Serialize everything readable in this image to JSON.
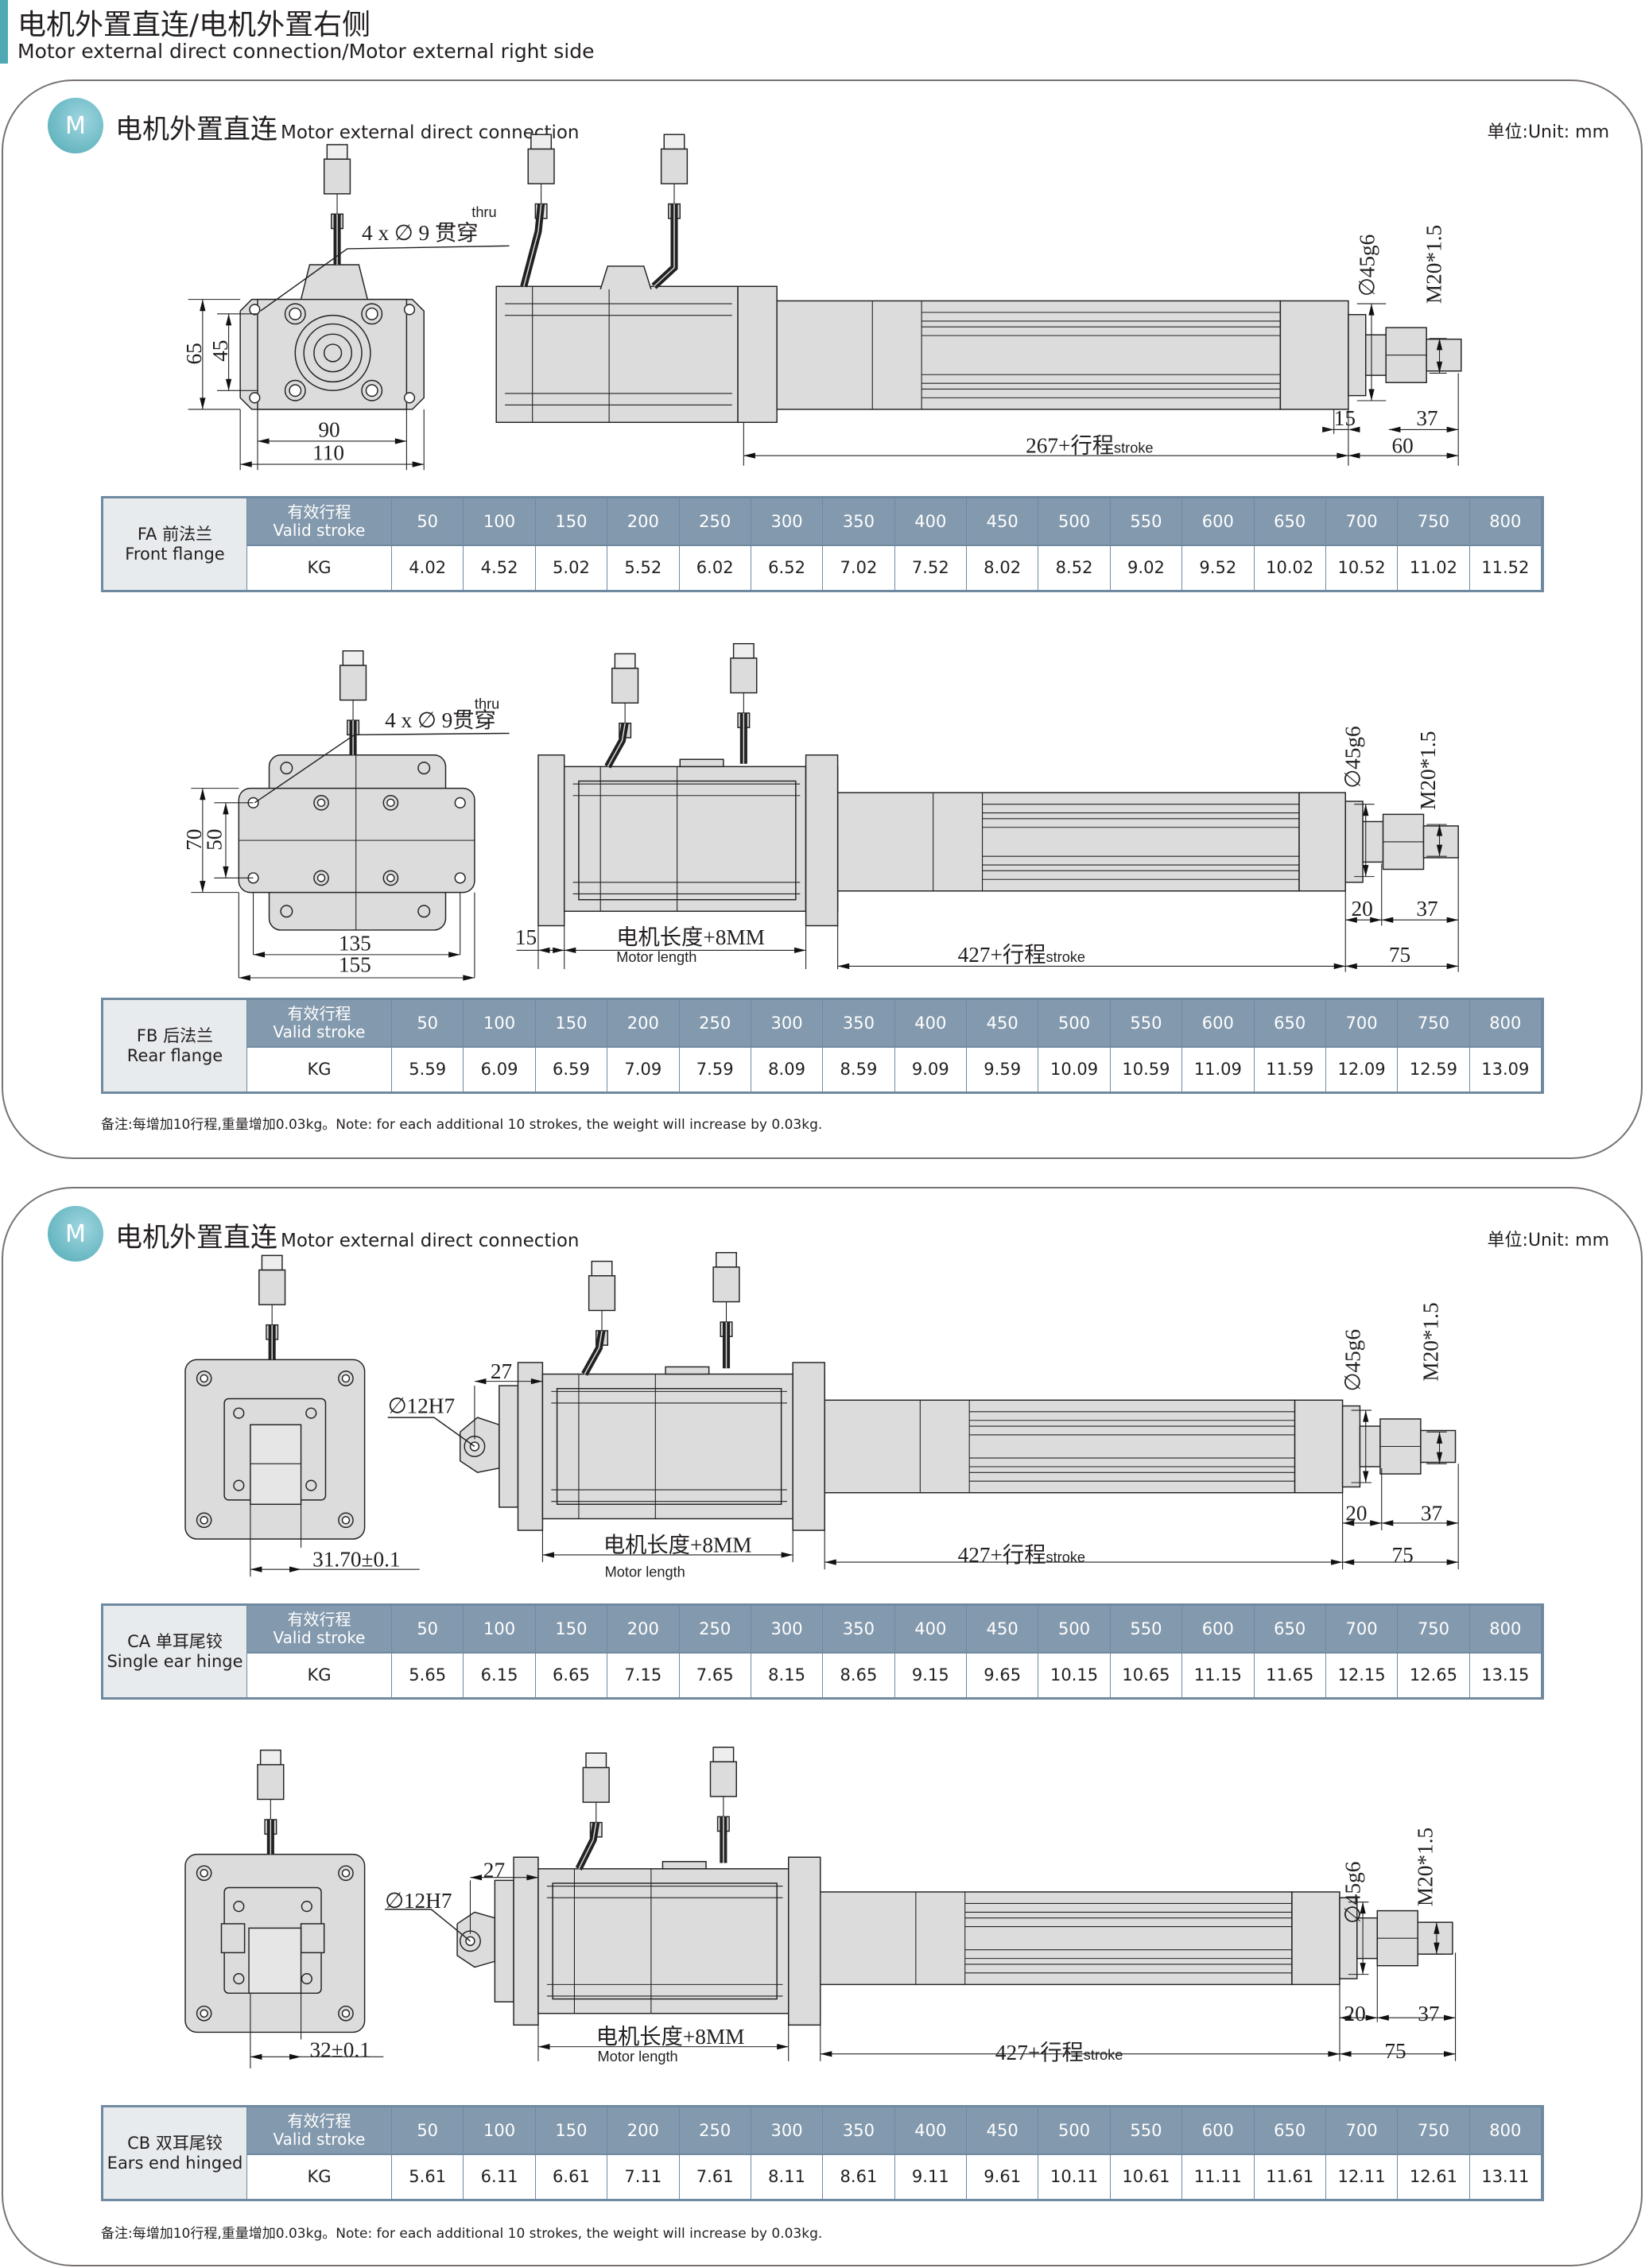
{
  "header": {
    "title": "电机外置直连/电机外置右侧",
    "subtitle": "Motor external direct connection/Motor  external right side"
  },
  "sections": [
    {
      "badge": "M",
      "title_cn": "电机外置直连",
      "title_en": "Motor external direct connection",
      "unit": "单位:Unit: mm",
      "note": "备注:每增加10行程,重量增加0.03kg。Note: for each additional 10 strokes, the weight will increase by 0.03kg."
    },
    {
      "badge": "M",
      "title_cn": "电机外置直连",
      "title_en": "Motor external direct connection",
      "unit": "单位:Unit: mm",
      "note": "备注:每增加10行程,重量增加0.03kg。Note: for each additional 10 strokes, the weight will increase by 0.03kg."
    }
  ],
  "tables": [
    {
      "name_cn": "FA 前法兰",
      "name_en": "Front flange",
      "stroke_cn": "有效行程",
      "stroke_en": "Valid stroke",
      "weight_label": "KG",
      "strokes": [
        "50",
        "100",
        "150",
        "200",
        "250",
        "300",
        "350",
        "400",
        "450",
        "500",
        "550",
        "600",
        "650",
        "700",
        "750",
        "800"
      ],
      "weights": [
        "4.02",
        "4.52",
        "5.02",
        "5.52",
        "6.02",
        "6.52",
        "7.02",
        "7.52",
        "8.02",
        "8.52",
        "9.02",
        "9.52",
        "10.02",
        "10.52",
        "11.02",
        "11.52"
      ]
    },
    {
      "name_cn": "FB 后法兰",
      "name_en": "Rear flange",
      "stroke_cn": "有效行程",
      "stroke_en": "Valid stroke",
      "weight_label": "KG",
      "strokes": [
        "50",
        "100",
        "150",
        "200",
        "250",
        "300",
        "350",
        "400",
        "450",
        "500",
        "550",
        "600",
        "650",
        "700",
        "750",
        "800"
      ],
      "weights": [
        "5.59",
        "6.09",
        "6.59",
        "7.09",
        "7.59",
        "8.09",
        "8.59",
        "9.09",
        "9.59",
        "10.09",
        "10.59",
        "11.09",
        "11.59",
        "12.09",
        "12.59",
        "13.09"
      ]
    },
    {
      "name_cn": "CA 单耳尾铰",
      "name_en": "Single ear hinge",
      "stroke_cn": "有效行程",
      "stroke_en": "Valid stroke",
      "weight_label": "KG",
      "strokes": [
        "50",
        "100",
        "150",
        "200",
        "250",
        "300",
        "350",
        "400",
        "450",
        "500",
        "550",
        "600",
        "650",
        "700",
        "750",
        "800"
      ],
      "weights": [
        "5.65",
        "6.15",
        "6.65",
        "7.15",
        "7.65",
        "8.15",
        "8.65",
        "9.15",
        "9.65",
        "10.15",
        "10.65",
        "11.15",
        "11.65",
        "12.15",
        "12.65",
        "13.15"
      ]
    },
    {
      "name_cn": "CB 双耳尾铰",
      "name_en": "Ears end hinged",
      "stroke_cn": "有效行程",
      "stroke_en": "Valid stroke",
      "weight_label": "KG",
      "strokes": [
        "50",
        "100",
        "150",
        "200",
        "250",
        "300",
        "350",
        "400",
        "450",
        "500",
        "550",
        "600",
        "650",
        "700",
        "750",
        "800"
      ],
      "weights": [
        "5.61",
        "6.11",
        "6.61",
        "7.11",
        "7.61",
        "8.11",
        "8.61",
        "9.11",
        "9.61",
        "10.11",
        "10.61",
        "11.11",
        "11.61",
        "12.11",
        "12.61",
        "13.11"
      ]
    }
  ],
  "drawings": [
    {
      "holes": "4 x ∅ 9 贯穿",
      "thru": "thru",
      "h_outer": "65",
      "h_inner": "45",
      "w_inner": "90",
      "w_outer": "110",
      "dia": "∅45g6",
      "thread": "M20*1.5",
      "d15": "15",
      "d37": "37",
      "d60": "60",
      "length": "267+行程",
      "stroke": "stroke"
    },
    {
      "holes": "4 x ∅ 9贯穿",
      "thru": "thru",
      "h_outer": "70",
      "h_inner": "50",
      "w_inner": "135",
      "w_outer": "155",
      "dia": "∅45g6",
      "thread": "M20*1.5",
      "d15": "15",
      "motor_len": "电机长度+8MM",
      "motor_len_en": "Motor length",
      "length": "427+行程",
      "stroke": "stroke",
      "d20": "20",
      "d37": "37",
      "d75": "75"
    },
    {
      "pin": "∅12H7",
      "d27": "27",
      "width": "31.70±0.1",
      "dia": "∅45g6",
      "thread": "M20*1.5",
      "motor_len": "电机长度+8MM",
      "motor_len_en": "Motor length",
      "length": "427+行程",
      "stroke": "stroke",
      "d20": "20",
      "d37": "37",
      "d75": "75"
    },
    {
      "pin": "∅12H7",
      "d27": "27",
      "width": "32±0.1",
      "dia": "∅45g6",
      "thread": "M20*1.5",
      "motor_len": "电机长度+8MM",
      "motor_len_en": "Motor length",
      "length": "427+行程",
      "stroke": "stroke",
      "d20": "20",
      "d37": "37",
      "d75": "75"
    }
  ],
  "colors": {
    "accent": "#4fa9b4",
    "table_header": "#8399ad",
    "table_border": "#6f8aa0",
    "label_bg": "#e8ebee"
  }
}
